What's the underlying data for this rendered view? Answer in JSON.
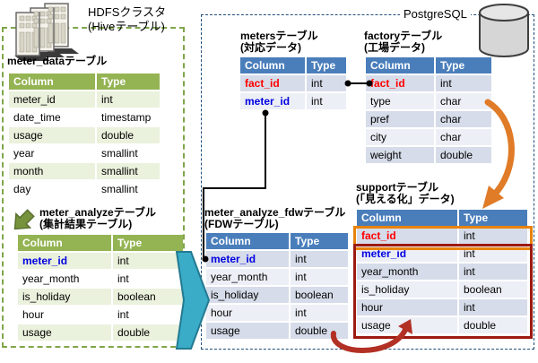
{
  "colors": {
    "green_header": "#94B353",
    "green_row_tint": "#EAF1DC",
    "green_border": "#7FA649",
    "green_arrow": "#76923C",
    "green_arrow_edge": "#5A7030",
    "blue_header": "#4A7EBB",
    "blue_row_dark": "#D6DCE9",
    "blue_row_light": "#ECEFF6",
    "postgres_border": "#1F4E79",
    "cyan_arrow": "#3AACC8",
    "cyan_arrow_edge": "#237A91",
    "orange_arrow": "#E07B28",
    "red_arrow": "#B33024",
    "orange_highlight": "#E8820C",
    "red_highlight": "#9C1A10",
    "red_text": "#FF0000",
    "blue_text": "#0000E0",
    "connector": "#000000"
  },
  "hdfs": {
    "label_line1": "HDFSクラスタ",
    "label_line2": "(Hiveテーブル)"
  },
  "postgres": {
    "label": "PostgreSQL"
  },
  "icons": {
    "server_icon": "hdfs-cluster-servers",
    "database_icon": "postgresql-cylinder"
  },
  "tables": {
    "meter_data": {
      "title": "meter_dataテーブル",
      "subtitle": "",
      "headers": [
        "Column",
        "Type"
      ],
      "rows": [
        [
          "meter_id",
          "int",
          "plain"
        ],
        [
          "date_time",
          "timestamp",
          "plain"
        ],
        [
          "usage",
          "double",
          "plain"
        ],
        [
          "year",
          "smallint",
          "plain"
        ],
        [
          "month",
          "smallint",
          "plain"
        ],
        [
          "day",
          "smallint",
          "plain"
        ]
      ]
    },
    "meter_analyze": {
      "title": "meter_analyzeテーブル",
      "subtitle": "(集計結果テーブル)",
      "headers": [
        "Column",
        "Type"
      ],
      "rows": [
        [
          "meter_id",
          "int",
          "blue"
        ],
        [
          "year_month",
          "int",
          "plain"
        ],
        [
          "is_holiday",
          "boolean",
          "plain"
        ],
        [
          "hour",
          "int",
          "plain"
        ],
        [
          "usage",
          "double",
          "plain"
        ]
      ]
    },
    "meters": {
      "title": "metersテーブル",
      "subtitle": "(対応データ)",
      "headers": [
        "Column",
        "Type"
      ],
      "rows": [
        [
          "fact_id",
          "int",
          "red"
        ],
        [
          "meter_id",
          "int",
          "blue"
        ]
      ]
    },
    "factory": {
      "title": "factoryテーブル",
      "subtitle": "(工場データ)",
      "headers": [
        "Column",
        "Type"
      ],
      "rows": [
        [
          "fact_id",
          "int",
          "red"
        ],
        [
          "type",
          "char",
          "plain"
        ],
        [
          "pref",
          "char",
          "plain"
        ],
        [
          "city",
          "char",
          "plain"
        ],
        [
          "weight",
          "double",
          "plain"
        ]
      ]
    },
    "meter_analyze_fdw": {
      "title": "meter_analyze_fdwテーブル",
      "subtitle": "(FDWテーブル)",
      "headers": [
        "Column",
        "Type"
      ],
      "rows": [
        [
          "meter_id",
          "int",
          "blue"
        ],
        [
          "year_month",
          "int",
          "plain"
        ],
        [
          "is_holiday",
          "boolean",
          "plain"
        ],
        [
          "hour",
          "int",
          "plain"
        ],
        [
          "usage",
          "double",
          "plain"
        ]
      ]
    },
    "support": {
      "title": "supportテーブル",
      "subtitle": "(「見える化」データ)",
      "headers": [
        "Column",
        "Type"
      ],
      "rows": [
        [
          "fact_id",
          "int",
          "red"
        ],
        [
          "meter_id",
          "int",
          "blue"
        ],
        [
          "year_month",
          "int",
          "plain"
        ],
        [
          "is_holiday",
          "boolean",
          "plain"
        ],
        [
          "hour",
          "int",
          "plain"
        ],
        [
          "usage",
          "double",
          "plain"
        ]
      ]
    }
  }
}
